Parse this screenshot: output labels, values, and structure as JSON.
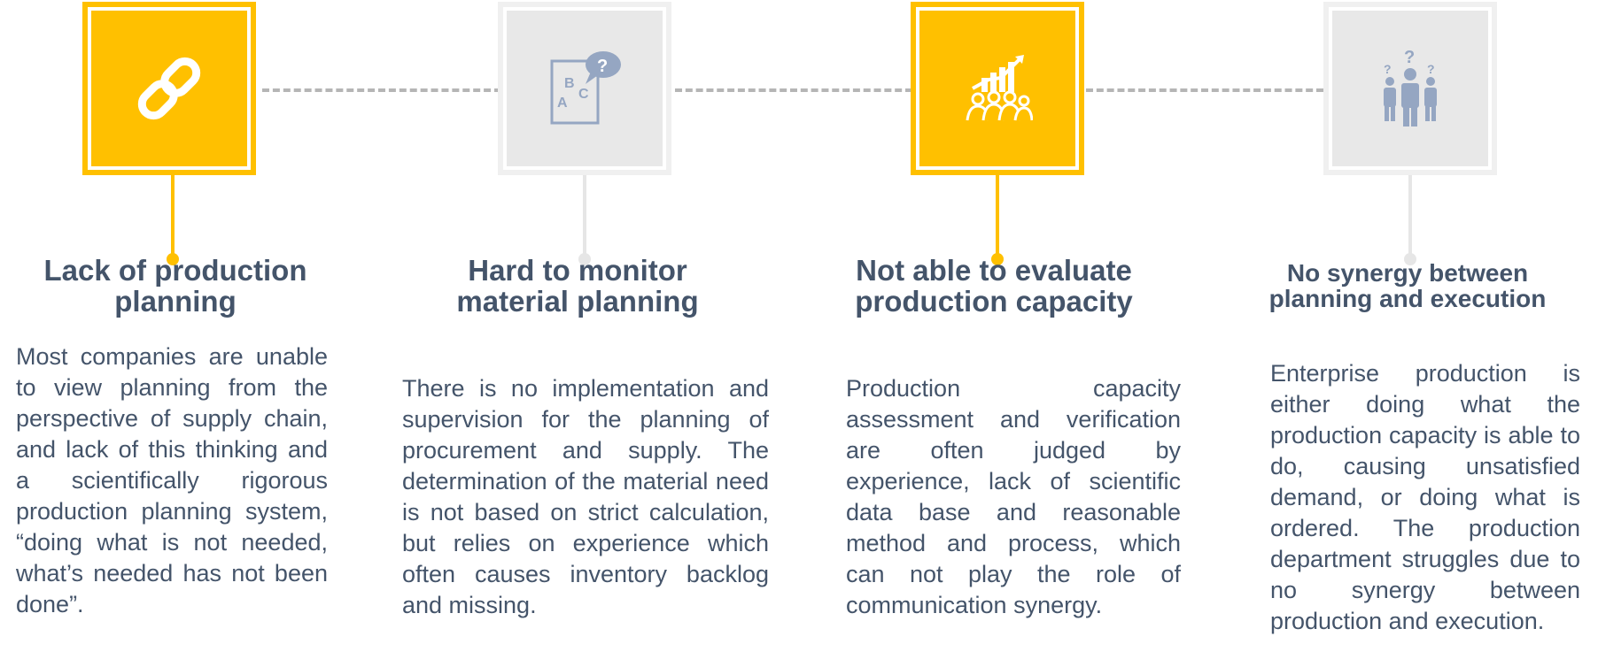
{
  "colors": {
    "accent": "#ffc000",
    "neutral": "#e8e8e8",
    "text": "#44546a",
    "icon_gray": "#95a6c2"
  },
  "steps": [
    {
      "title": "Lack of production planning",
      "description": "Most companies are unable to view planning from the perspective of supply chain, and lack of this thinking and a scientifically rigorous production planning system, “doing what is not needed, what’s needed has not been done”.",
      "icon": "chain-link-icon",
      "style": "yellow"
    },
    {
      "title": "Hard to monitor material planning",
      "description": "There is no implementation and supervision for the planning of procurement and supply. The determination of the material need is not based on strict calculation, but relies on experience which often causes inventory backlog and missing.",
      "icon": "abc-question-icon",
      "style": "gray"
    },
    {
      "title": "Not able to evaluate production capacity",
      "description": "Production capacity assessment and verification are often judged by experience, lack of scientific data base and reasonable method and process, which can not play the role of communication synergy.",
      "icon": "team-growth-chart-icon",
      "style": "yellow"
    },
    {
      "title": "No synergy between planning and execution",
      "description": "Enterprise production is either doing what the production capacity is able to do, causing unsatisfied demand, or doing what is ordered. The production department struggles due to no synergy between production and execution.",
      "icon": "confused-people-icon",
      "style": "gray"
    }
  ]
}
